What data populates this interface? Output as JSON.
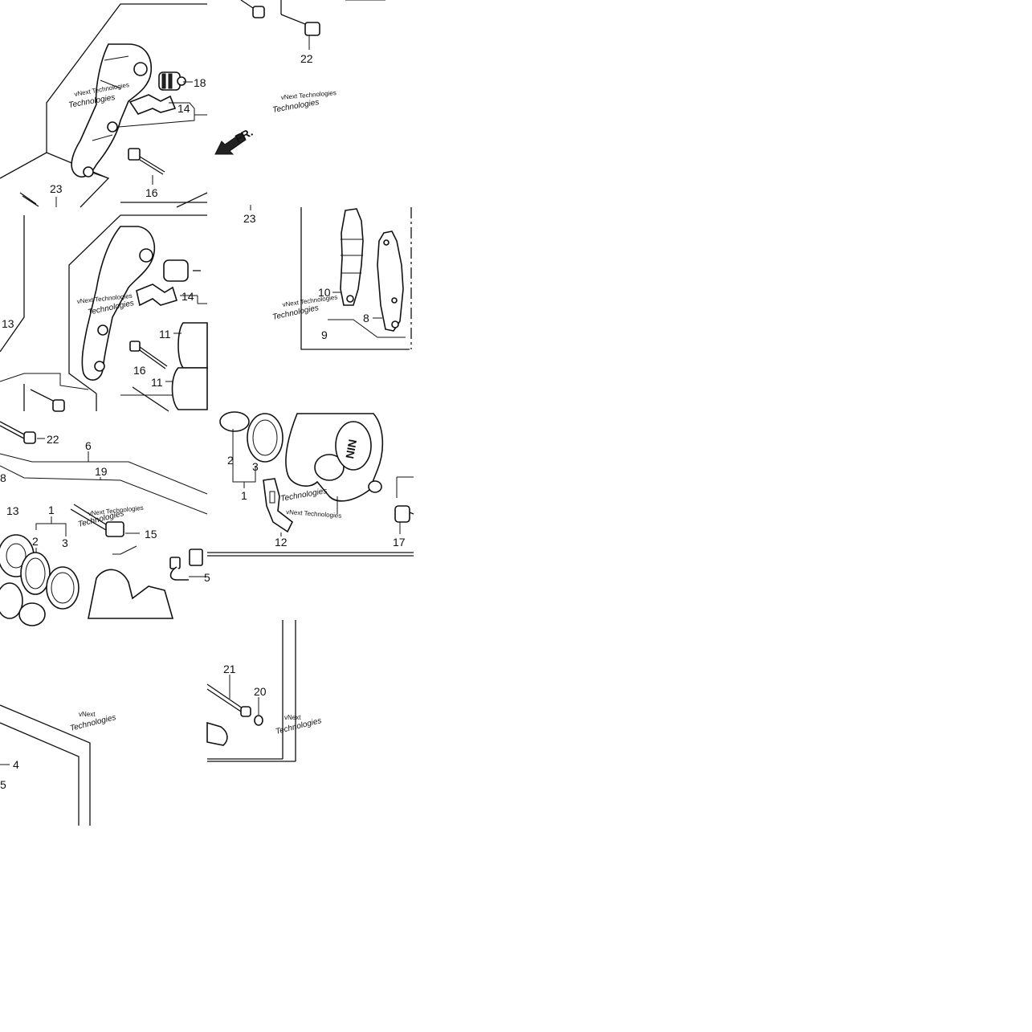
{
  "direction_label": "FR.",
  "watermark": {
    "line1": "vNext Technologies",
    "line2": "Technologies",
    "short": "vNext"
  },
  "tile1": {
    "callouts": [
      "18",
      "14",
      "23",
      "16",
      "22"
    ]
  },
  "tile2": {
    "callouts": [
      "13",
      "14",
      "11",
      "16",
      "11",
      "23",
      "10",
      "8",
      "9"
    ]
  },
  "tile3": {
    "callouts": [
      "22",
      "6",
      "19",
      "8",
      "13",
      "1",
      "2",
      "3",
      "15",
      "5",
      "2",
      "3",
      "1",
      "12",
      "17"
    ]
  },
  "tile4": {
    "callouts": [
      "4",
      "5",
      "21",
      "20"
    ]
  }
}
